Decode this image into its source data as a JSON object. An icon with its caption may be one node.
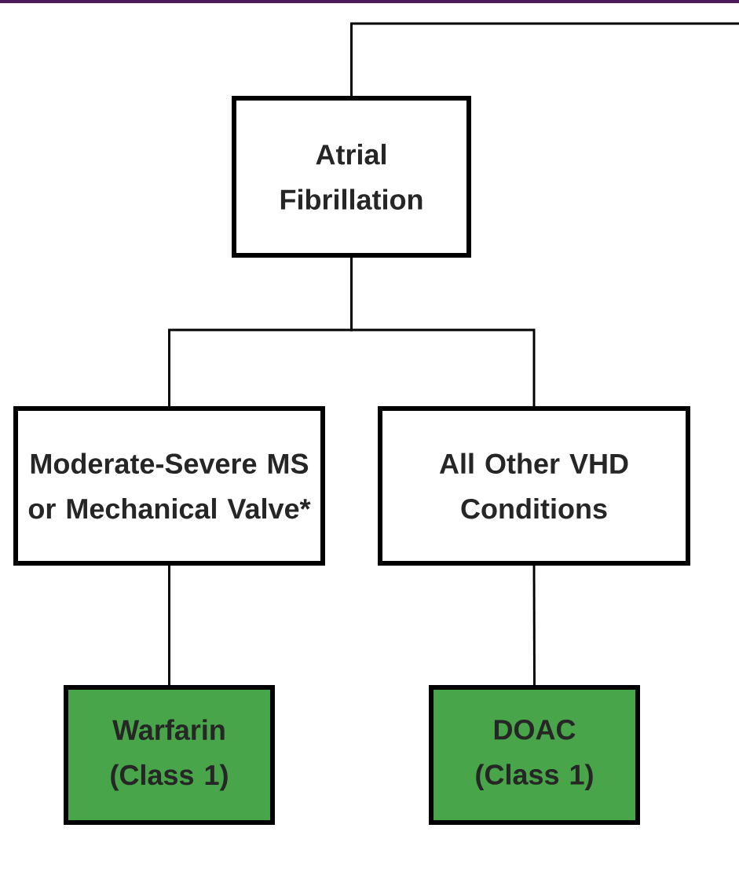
{
  "diagram": {
    "nodes": [
      {
        "text": [
          "Atrial Fibrillation"
        ]
      },
      {
        "text": [
          "Moderate-Severe MS or Mechanical Valve*"
        ]
      },
      {
        "text": [
          "All Other VHD Conditions"
        ]
      },
      {
        "text": [
          "Warfarin (Class 1)"
        ]
      },
      {
        "text": [
          "DOAC (Class 1)"
        ]
      }
    ],
    "edges": [
      {
        "from": 0,
        "to": null,
        "arrow": "none"
      },
      {
        "from": 0,
        "to": 1,
        "arrow": "none"
      },
      {
        "from": 0,
        "to": 2,
        "arrow": "none"
      },
      {
        "from": 1,
        "to": 3,
        "arrow": "none"
      },
      {
        "from": 2,
        "to": 4,
        "arrow": "none"
      }
    ]
  }
}
